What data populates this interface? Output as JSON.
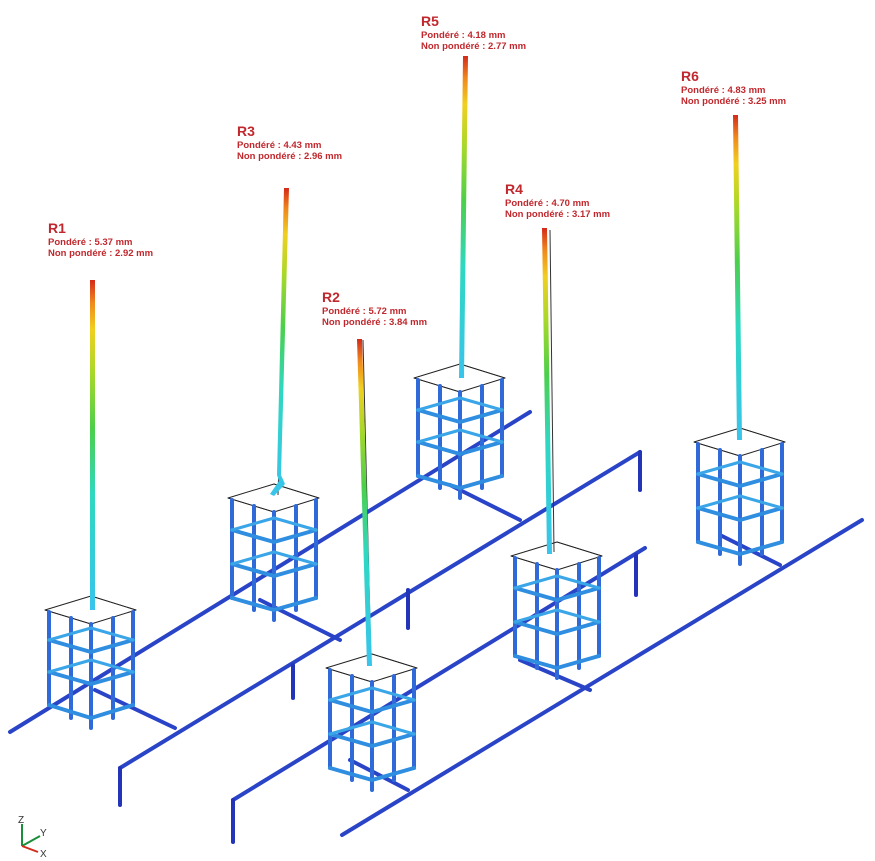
{
  "risers": [
    {
      "id": "R1",
      "weighted_label": "Pondéré : 5.37 mm",
      "unweighted_label": "Non pondéré : 2.92 mm",
      "weighted_mm": 5.37,
      "unweighted_mm": 2.92
    },
    {
      "id": "R2",
      "weighted_label": "Pondéré : 5.72 mm",
      "unweighted_label": "Non pondéré : 3.84 mm",
      "weighted_mm": 5.72,
      "unweighted_mm": 3.84
    },
    {
      "id": "R3",
      "weighted_label": "Pondéré : 4.43 mm",
      "unweighted_label": "Non pondéré : 2.96 mm",
      "weighted_mm": 4.43,
      "unweighted_mm": 2.96
    },
    {
      "id": "R4",
      "weighted_label": "Pondéré : 4.70 mm",
      "unweighted_label": "Non pondéré : 3.17 mm",
      "weighted_mm": 4.7,
      "unweighted_mm": 3.17
    },
    {
      "id": "R5",
      "weighted_label": "Pondéré : 4.18 mm",
      "unweighted_label": "Non pondéré : 2.77 mm",
      "weighted_mm": 4.18,
      "unweighted_mm": 2.77
    },
    {
      "id": "R6",
      "weighted_label": "Pondéré : 4.83 mm",
      "unweighted_label": "Non pondéré : 3.25 mm",
      "weighted_mm": 4.83,
      "unweighted_mm": 3.25
    }
  ],
  "axes": {
    "z": "Z",
    "y": "Y",
    "x": "X"
  },
  "colors": {
    "label": "#c0282d",
    "frame_dark": "#1f2fb8",
    "frame_mid": "#2f7fd8",
    "frame_light": "#36c6e6",
    "gradient": [
      "#38c4ec",
      "#2fd8c0",
      "#4ccf4a",
      "#a9d82a",
      "#f0d020",
      "#f08a1c",
      "#d42a1a"
    ]
  }
}
